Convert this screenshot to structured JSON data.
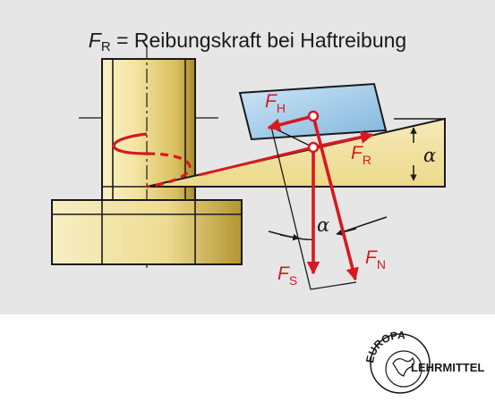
{
  "title": {
    "symbol": "F",
    "subscript": "R",
    "text": "= Reibungskraft bei Haftreibung"
  },
  "labels": {
    "f_h": {
      "symbol": "F",
      "subscript": "H"
    },
    "f_r": {
      "symbol": "F",
      "subscript": "R"
    },
    "f_s": {
      "symbol": "F",
      "subscript": "S"
    },
    "f_n": {
      "symbol": "F",
      "subscript": "N"
    },
    "alpha_wedge": "α",
    "alpha_force": "α"
  },
  "logo": {
    "top_text": "EUROPA",
    "bottom_text": "LEHRMITTEL"
  },
  "colors": {
    "background_panel": "#e6e6e6",
    "force_red": "#d71920",
    "block_blue": "#9ecbe8",
    "wedge_gold": "#f3e7a6",
    "bolt_gold": "#e8d486",
    "outline": "#1a1a1a"
  }
}
